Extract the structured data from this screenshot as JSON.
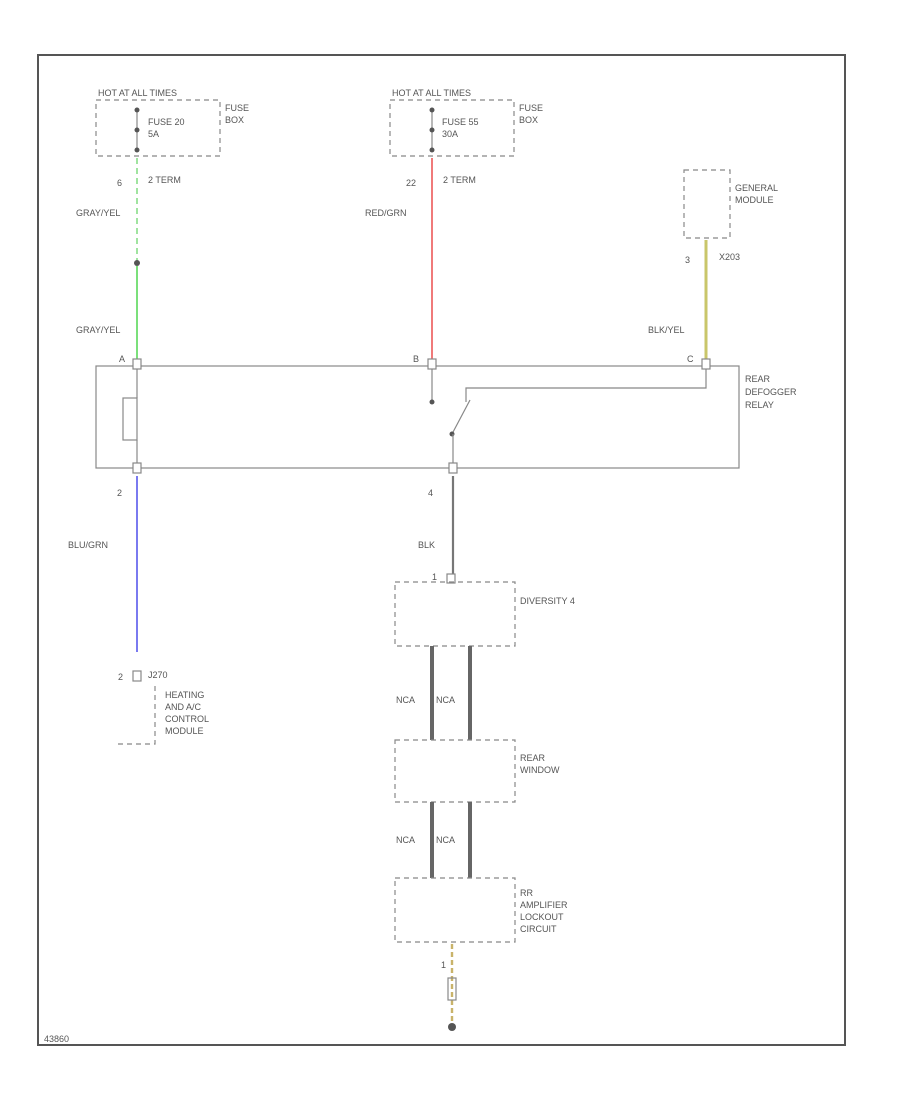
{
  "colors": {
    "gray_yel_top": "#88dd88",
    "gray_yel": "#7be07b",
    "red_grn": "#f07a7a",
    "blk_yel": "#c9c66a",
    "blu_grn": "#7a7af0",
    "blk": "#888888",
    "nca": "#666666",
    "ground_wire": "#c9b36a"
  },
  "labels": {
    "hot1": "HOT AT ALL TIMES",
    "fuse1": "FUSE 20",
    "fuse1_amp": "5A",
    "fusebox1a": "FUSE",
    "fusebox1b": "BOX",
    "hot2": "HOT AT ALL TIMES",
    "fuse2": "FUSE 55",
    "fuse2_amp": "30A",
    "fusebox2a": "FUSE",
    "fusebox2b": "BOX",
    "pin_a": "6",
    "conn_a": "2 TERM",
    "pin_b": "22",
    "conn_b": "2 TERM",
    "wire_gray_yel_top": "GRAY/YEL",
    "wire_red_grn": "RED/GRN",
    "general_a": "GENERAL",
    "general_b": "MODULE",
    "pin_c": "3",
    "conn_c": "X203",
    "wire_gray_yel": "GRAY/YEL",
    "wire_blk_yel": "BLK/YEL",
    "relay_a": "REAR",
    "relay_b": "DEFOGGER",
    "relay_c": "RELAY",
    "pin_d": "2",
    "pin_e": "4",
    "wire_blu_grn": "BLU/GRN",
    "wire_blk": "BLK",
    "diversity": "DIVERSITY 4",
    "hvac_pin": "2",
    "hvac_conn": "J270",
    "hvac_a": "HEATING",
    "hvac_b": "AND A/C",
    "hvac_c": "CONTROL",
    "hvac_d": "MODULE",
    "nca1": "NCA",
    "nca2": "NCA",
    "rear_a": "REAR",
    "rear_b": "WINDOW",
    "nca3": "NCA",
    "nca4": "NCA",
    "rf_a": "RR",
    "rf_b": "AMPLIFIER",
    "rf_c": "LOCKOUT",
    "rf_d": "CIRCUIT",
    "pin_f": "1",
    "code": "43860"
  }
}
